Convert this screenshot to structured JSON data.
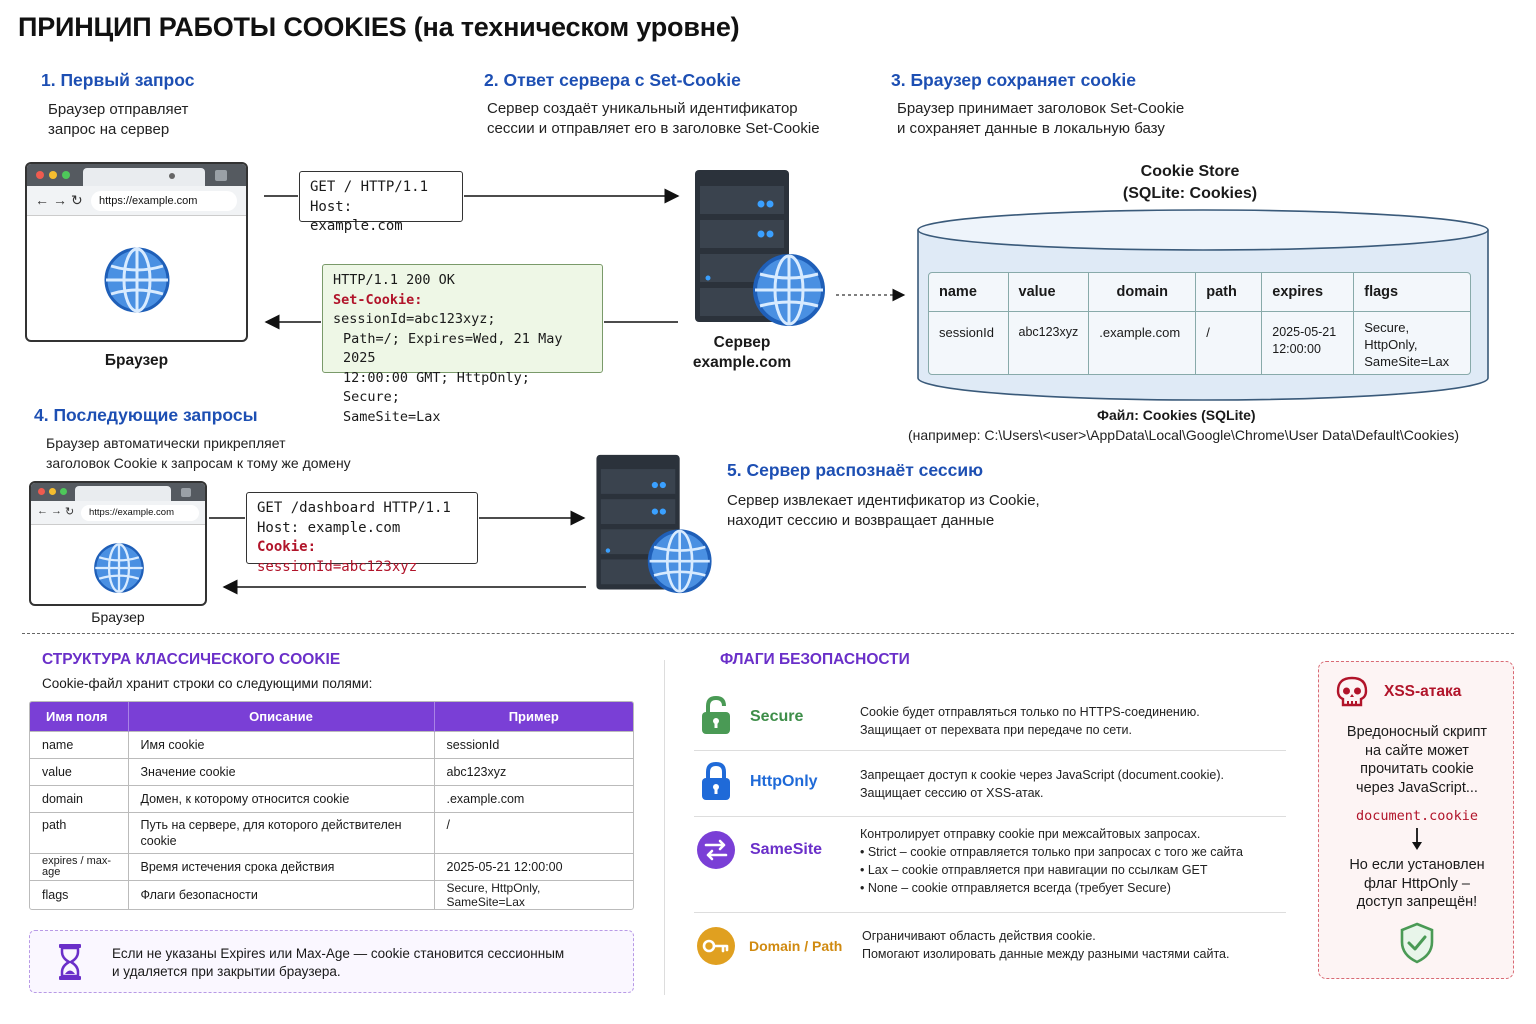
{
  "title": "ПРИНЦИП РАБОТЫ COOKIES (на техническом уровне)",
  "steps": {
    "s1": {
      "title": "1. Первый запрос",
      "desc1": "Браузер отправляет",
      "desc2": "запрос на сервер"
    },
    "s2": {
      "title": "2. Ответ сервера с Set-Cookie",
      "desc1": "Сервер создаёт уникальный идентификатор",
      "desc2": "сессии и отправляет его в заголовке Set-Cookie"
    },
    "s3": {
      "title": "3. Браузер сохраняет cookie",
      "desc1": "Браузер принимает заголовок Set-Cookie",
      "desc2": "и сохраняет данные в локальную базу"
    },
    "s4": {
      "title": "4. Последующие запросы",
      "desc1": "Браузер автоматически прикрепляет",
      "desc2": "заголовок Cookie к запросам к тому же домену"
    },
    "s5": {
      "title": "5. Сервер распознаёт сессию",
      "desc1": "Сервер извлекает идентификатор из Cookie,",
      "desc2": "находит сессию и возвращает данные"
    }
  },
  "browser": {
    "url": "https://example.com",
    "caption": "Браузер"
  },
  "request1": {
    "line1": "GET / HTTP/1.1",
    "line2": "Host: example.com"
  },
  "response": {
    "line1": "HTTP/1.1 200 OK",
    "set_cookie_key": "Set-Cookie:",
    "set_cookie_val": " sessionId=abc123xyz;",
    "line3": "Path=/; Expires=Wed, 21 May 2025",
    "line4": "12:00:00 GMT; HttpOnly; Secure;",
    "line5": "SameSite=Lax"
  },
  "server": {
    "caption1": "Сервер",
    "caption2": "example.com"
  },
  "store": {
    "title1": "Cookie Store",
    "title2": "(SQLite: Cookies)",
    "headers": [
      "name",
      "value",
      "domain",
      "path",
      "expires",
      "flags"
    ],
    "row": {
      "name": "sessionId",
      "value": "abc123xyz",
      "domain": ".example.com",
      "path": "/",
      "expires1": "2025-05-21",
      "expires2": "12:00:00",
      "flags1": "Secure,",
      "flags2": "HttpOnly,",
      "flags3": "SameSite=Lax"
    },
    "file_label": "Файл: Cookies (SQLite)",
    "file_path": "(например: C:\\Users\\<user>\\AppData\\Local\\Google\\Chrome\\User Data\\Default\\Cookies)"
  },
  "request2": {
    "line1": "GET /dashboard HTTP/1.1",
    "line2": "Host: example.com",
    "cookie_key": "Cookie:",
    "cookie_val": " sessionId=abc123xyz"
  },
  "structure": {
    "title": "СТРУКТУРА КЛАССИЧЕСКОГО COOKIE",
    "subtitle": "Cookie-файл хранит строки со следующими полями:",
    "headers": [
      "Имя поля",
      "Описание",
      "Пример"
    ],
    "rows": [
      [
        "name",
        "Имя cookie",
        "sessionId"
      ],
      [
        "value",
        "Значение cookie",
        "abc123xyz"
      ],
      [
        "domain",
        "Домен, к которому относится cookie",
        ".example.com"
      ],
      [
        "path",
        "Путь на сервере, для которого действителен cookie",
        "/"
      ],
      [
        "expires / max-age",
        "Время истечения срока действия",
        "2025-05-21 12:00:00"
      ],
      [
        "flags",
        "Флаги безопасности",
        "Secure, HttpOnly, SameSite=Lax"
      ]
    ],
    "note1": "Если не указаны Expires или Max-Age — cookie становится сессионным",
    "note2": "и удаляется при закрытии браузера."
  },
  "flags": {
    "title": "ФЛАГИ БЕЗОПАСНОСТИ",
    "secure": {
      "name": "Secure",
      "d1": "Cookie будет отправляться только по HTTPS-соединению.",
      "d2": "Защищает от перехвата при передаче по сети."
    },
    "httponly": {
      "name": "HttpOnly",
      "d1": "Запрещает доступ к cookie через JavaScript (document.cookie).",
      "d2": "Защищает сессию от XSS-атак."
    },
    "samesite": {
      "name": "SameSite",
      "d1": "Контролирует отправку cookie при межсайтовых запросах.",
      "d2": "• Strict – cookie отправляется только при запросах с того же сайта",
      "d3": "• Lax – cookie отправляется при навигации по ссылкам GET",
      "d4": "• None – cookie отправляется всегда (требует Secure)"
    },
    "domainpath": {
      "name": "Domain / Path",
      "d1": "Ограничивают область действия cookie.",
      "d2": "Помогают изолировать данные между разными частями сайта."
    }
  },
  "xss": {
    "title": "XSS-атака",
    "t1": "Вредоносный скрипт",
    "t2": "на сайте может",
    "t3": "прочитать cookie",
    "t4": "через JavaScript...",
    "code": "document.cookie",
    "b1": "Но если установлен",
    "b2": "флаг HttpOnly –",
    "b3": "доступ запрещён!"
  },
  "colors": {
    "blue_title": "#1d4fb3",
    "purple": "#7a3fd6",
    "red": "#b1142a",
    "green": "#4a9a55",
    "orange": "#e0a020"
  }
}
